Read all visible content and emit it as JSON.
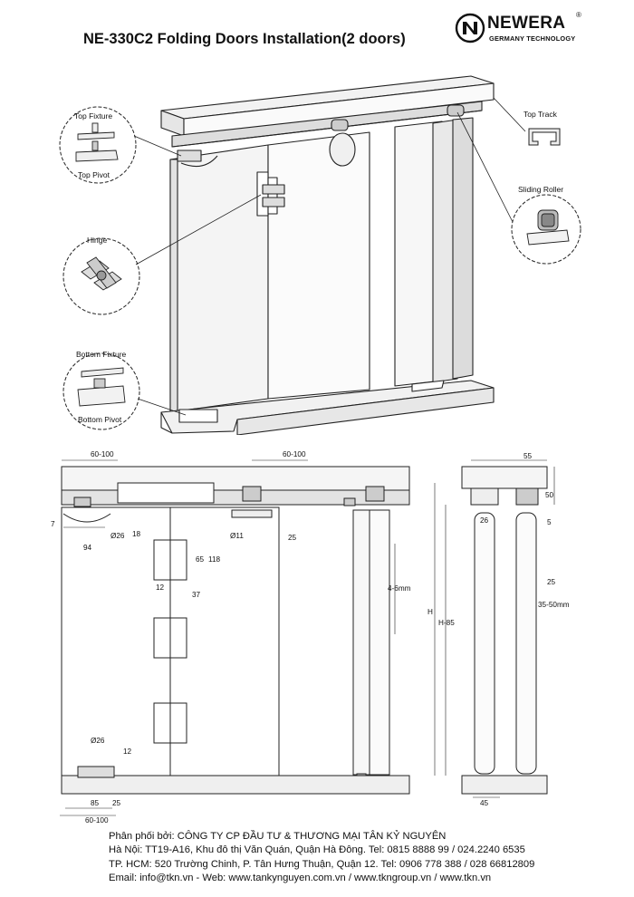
{
  "title": "NE-330C2 Folding Doors Installation(2 doors)",
  "logo": {
    "brand": "NEWERA",
    "registered": "®",
    "tagline": "GERMANY TECHNOLOGY",
    "icon": "newera-n-circle-logo"
  },
  "callouts": {
    "top_fixture": "Top Fixture",
    "top_pivot": "Top Pivot",
    "hinge": "Hinge",
    "bottom_fixture": "Bottom Fixture",
    "bottom_pivot": "Bottom Pivot",
    "top_track": "Top Track",
    "sliding_roller": "Sliding Roller"
  },
  "dimensions": {
    "d60_100_a": "60-100",
    "d60_100_b": "60-100",
    "d60_100_c": "60-100",
    "d7": "7",
    "d18": "18",
    "d26a": "Ø26",
    "d94": "94",
    "d11": "Ø11",
    "d25a": "25",
    "d65": "65",
    "d118": "118",
    "d12a": "12",
    "d37": "37",
    "d4_6": "4-6mm",
    "dH": "H",
    "dH85": "H-85",
    "d55": "55",
    "d50": "50",
    "d26b": "26",
    "d5": "5",
    "d25b": "25",
    "d35_50": "35-50mm",
    "d26c": "Ø26",
    "d12b": "12",
    "d85": "85",
    "d25c": "25",
    "d45": "45"
  },
  "footer": {
    "line1": "Phân phối bởi: CÔNG TY CP ĐẦU TƯ & THƯƠNG MẠI TÂN KỶ NGUYÊN",
    "line2": "Hà Nội: TT19-A16, Khu đô thị Văn Quán, Quận Hà Đông. Tel: 0815 8888 99 / 024.2240 6535",
    "line3": "TP. HCM: 520 Trường Chinh, P. Tân Hưng Thuận, Quận 12. Tel: 0906 778 388 / 028 66812809",
    "line4": "Email: info@tkn.vn - Web: www.tankynguyen.com.vn / www.tkngroup.vn / www.tkn.vn"
  }
}
